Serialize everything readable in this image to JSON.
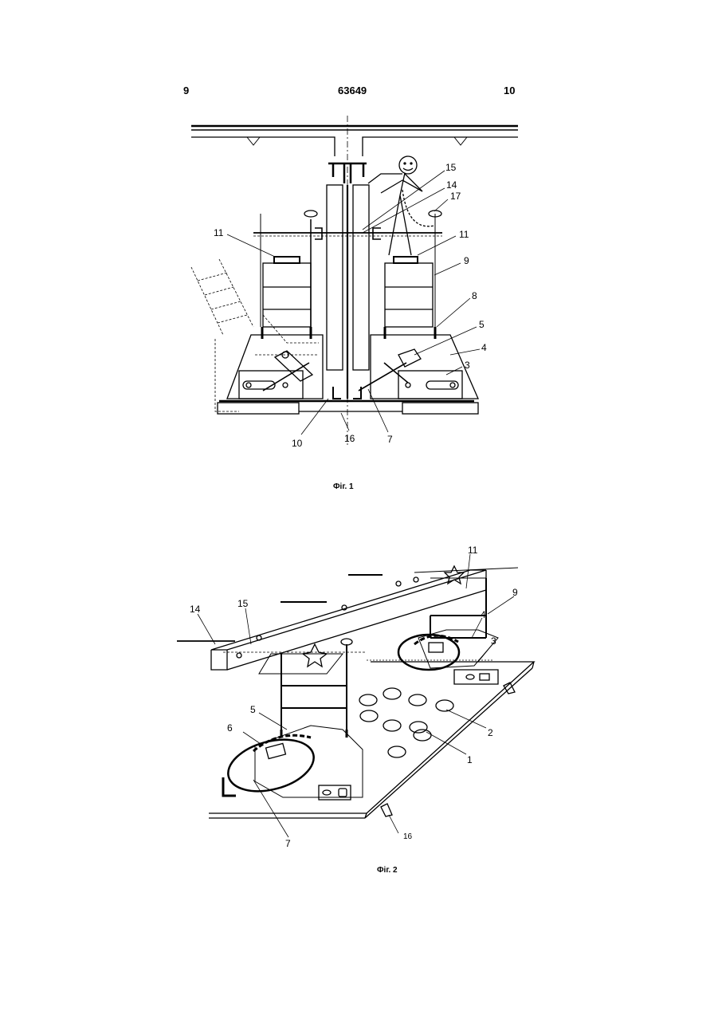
{
  "header": {
    "page_left": "9",
    "patent_number": "63649",
    "page_right": "10"
  },
  "figure1": {
    "caption": "Фіг. 1",
    "labels": {
      "l15": "15",
      "l14": "14",
      "l17": "17",
      "l11_left": "11",
      "l11_right": "11",
      "l9": "9",
      "l8": "8",
      "l5": "5",
      "l4": "4",
      "l3": "3",
      "l10": "10",
      "l16": "16",
      "l7": "7"
    }
  },
  "figure2": {
    "caption": "Фіг. 2",
    "labels": {
      "l11": "11",
      "l9": "9",
      "l4": "4",
      "l3": "3",
      "l14": "14",
      "l15": "15",
      "l5": "5",
      "l6": "6",
      "l2": "2",
      "l1": "1",
      "l7": "7",
      "l16": "16"
    }
  }
}
